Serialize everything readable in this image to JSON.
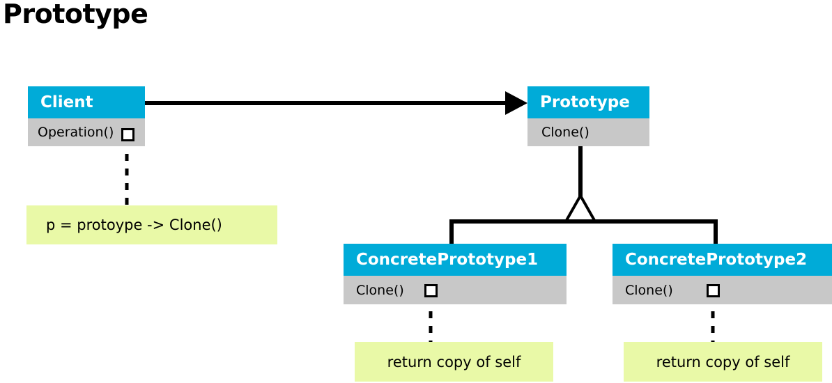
{
  "title": "Prototype",
  "colors": {
    "class_header": "#00ABD8",
    "class_body": "#c8c8c8",
    "note": "#e9f9a7",
    "line": "#000000",
    "header_text": "#ffffff",
    "body_text": "#000000",
    "background": "#ffffff"
  },
  "classes": [
    {
      "id": "client",
      "name": "Client",
      "members": [
        "Operation()"
      ]
    },
    {
      "id": "prototype",
      "name": "Prototype",
      "members": [
        "Clone()"
      ]
    },
    {
      "id": "concrete1",
      "name": "ConcretePrototype1",
      "members": [
        "Clone()"
      ]
    },
    {
      "id": "concrete2",
      "name": "ConcretePrototype2",
      "members": [
        "Clone()"
      ]
    }
  ],
  "notes": [
    {
      "id": "note-client",
      "text": "p = protoype -> Clone()",
      "attached_to": "Client.Operation()"
    },
    {
      "id": "note-concrete1",
      "text": "return copy of self",
      "attached_to": "ConcretePrototype1.Clone()"
    },
    {
      "id": "note-concrete2",
      "text": "return copy of self",
      "attached_to": "ConcretePrototype2.Clone()"
    }
  ],
  "relationships": [
    {
      "type": "association",
      "from": "Client",
      "to": "Prototype",
      "arrow": "solid-filled-arrowhead"
    },
    {
      "type": "generalization",
      "from": "ConcretePrototype1",
      "to": "Prototype",
      "arrow": "hollow-triangle"
    },
    {
      "type": "generalization",
      "from": "ConcretePrototype2",
      "to": "Prototype",
      "arrow": "hollow-triangle"
    }
  ]
}
